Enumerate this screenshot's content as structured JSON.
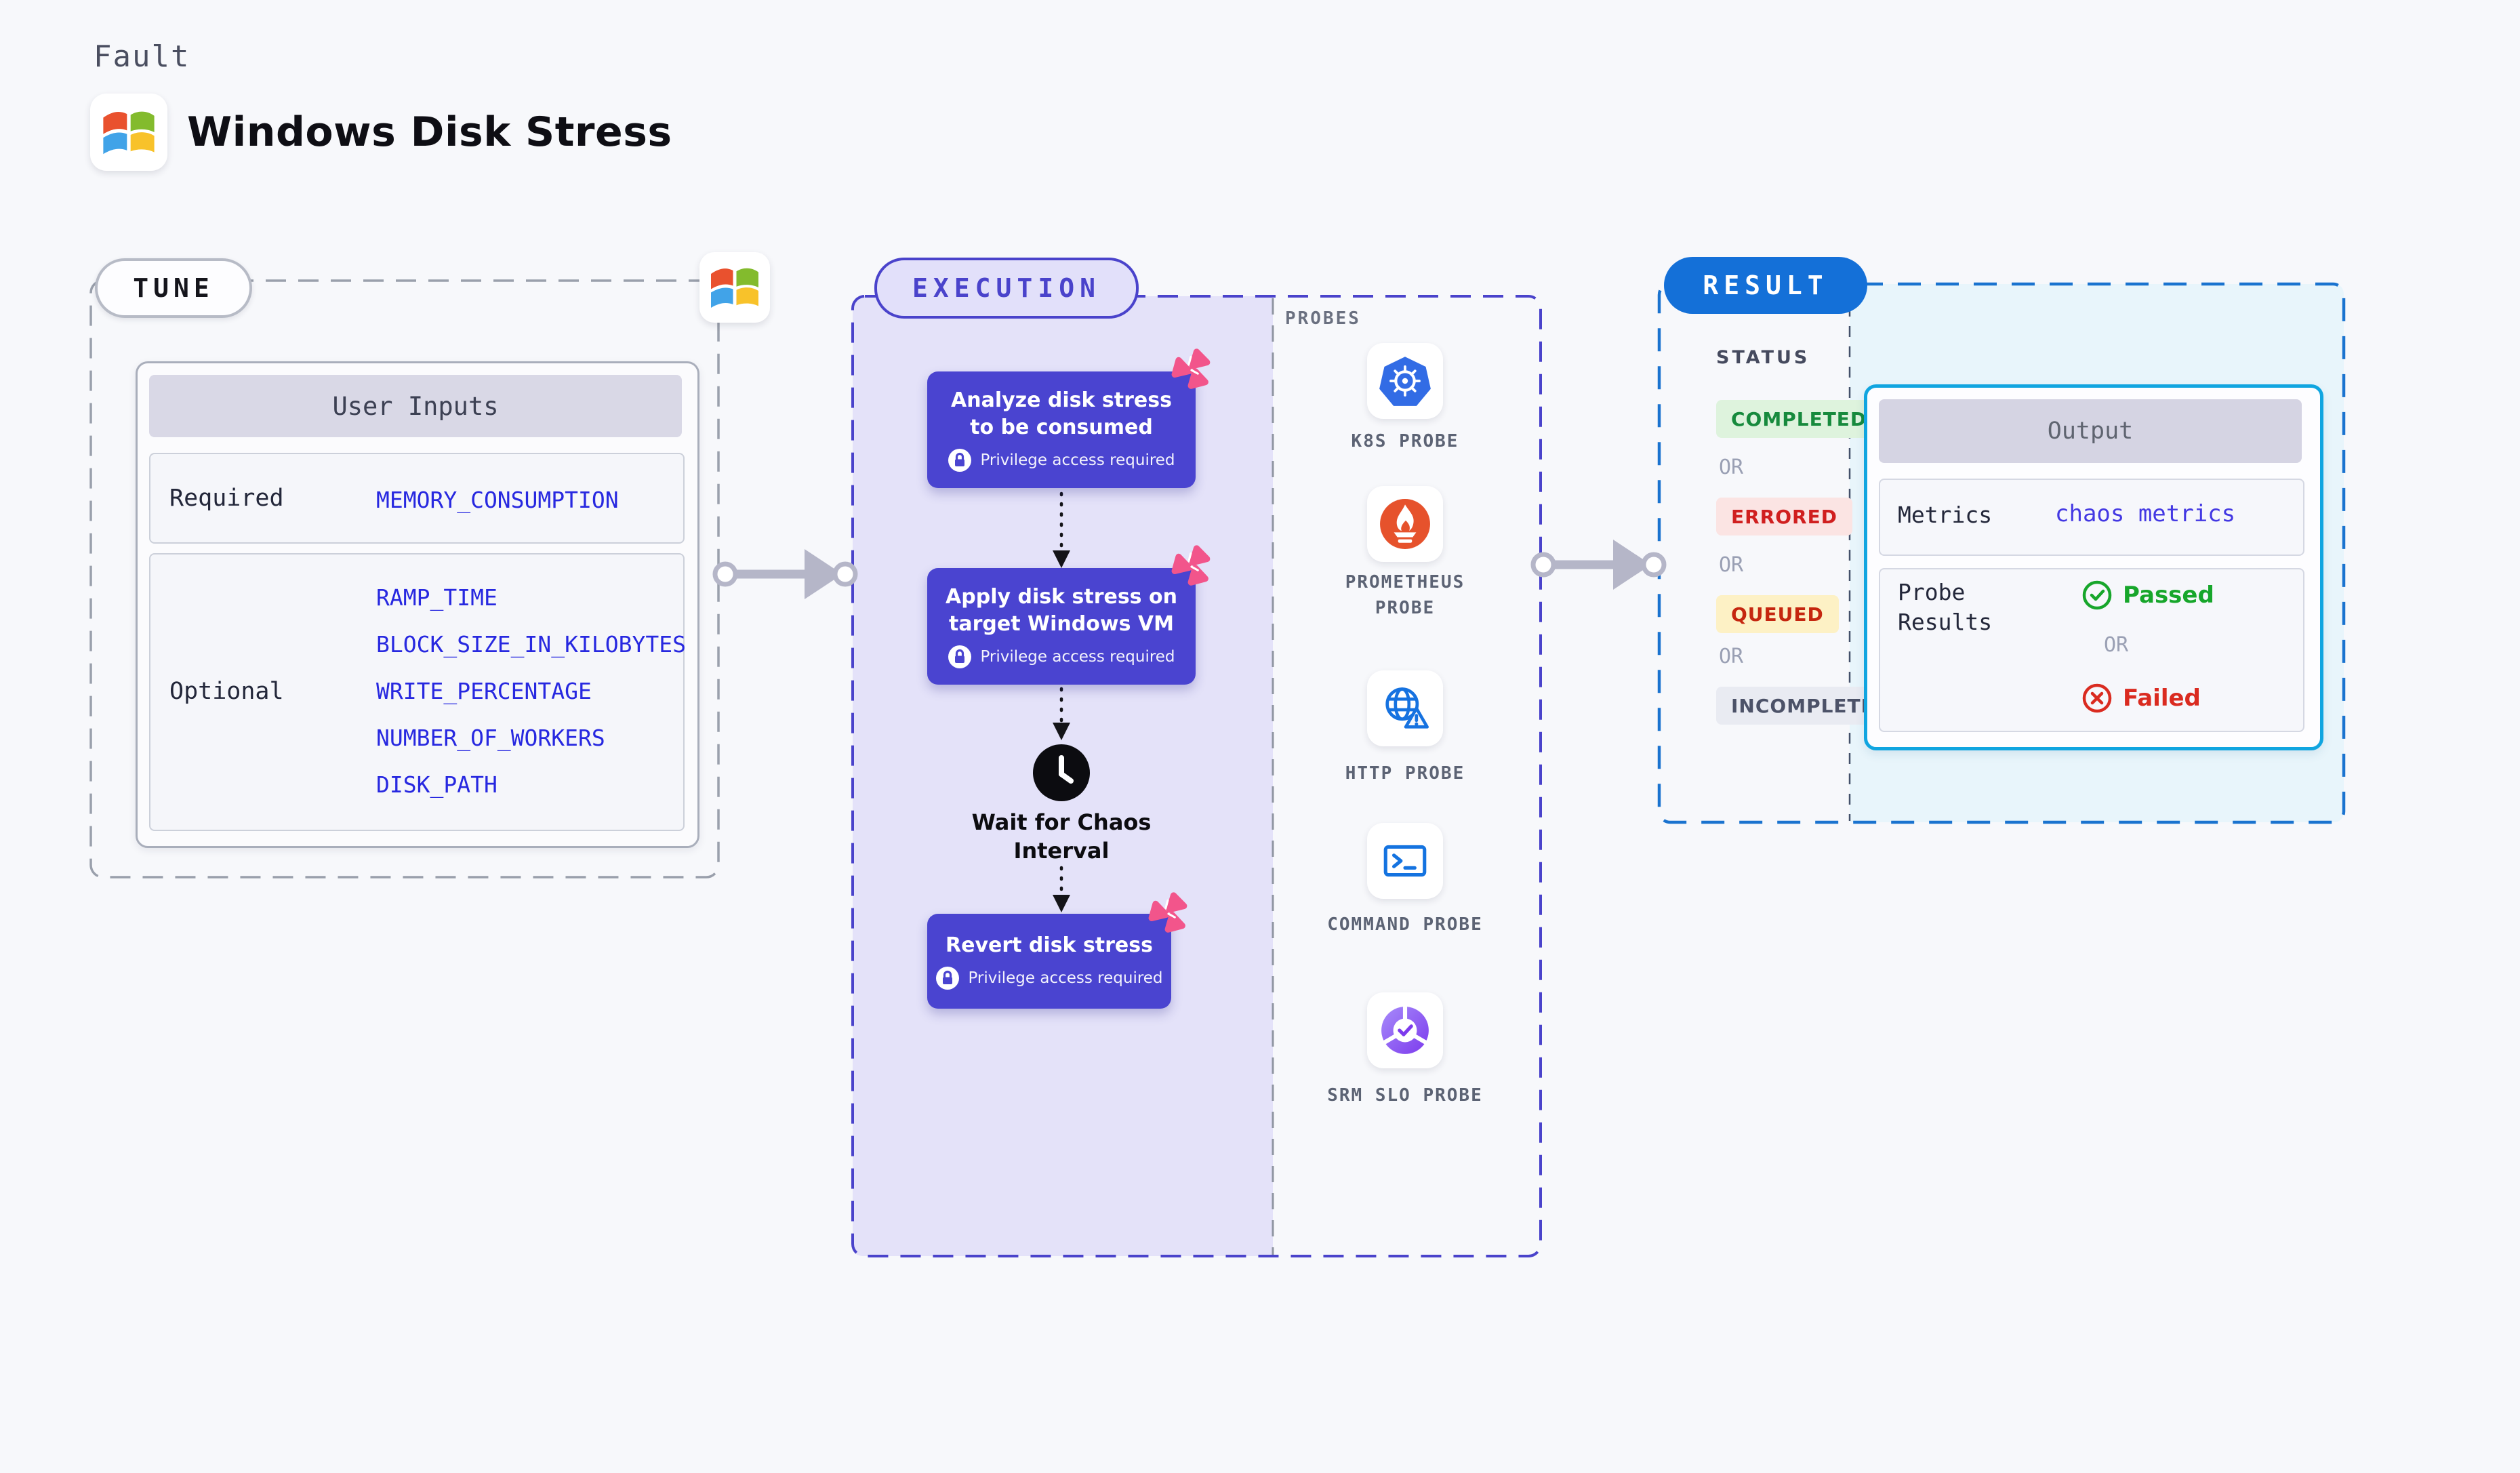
{
  "header": {
    "kicker": "Fault",
    "title": "Windows Disk Stress"
  },
  "tune": {
    "badge": "TUNE",
    "table": {
      "title": "User Inputs",
      "required_label": "Required",
      "required_value": "MEMORY_CONSUMPTION",
      "optional_label": "Optional",
      "optional_values": [
        "RAMP_TIME",
        "BLOCK_SIZE_IN_KILOBYTES",
        "WRITE_PERCENTAGE",
        "NUMBER_OF_WORKERS",
        "DISK_PATH"
      ]
    }
  },
  "execution": {
    "badge": "EXECUTION",
    "steps": [
      {
        "title_line1": "Analyze disk stress",
        "title_line2": "to be consumed",
        "note": "Privilege access required"
      },
      {
        "title_line1": "Apply disk stress on",
        "title_line2": "target Windows VM",
        "note": "Privilege access required"
      },
      {
        "title_line1": "Revert disk stress",
        "title_line2": "",
        "note": "Privilege access required"
      }
    ],
    "wait_label_line1": "Wait for Chaos",
    "wait_label_line2": "Interval",
    "probes": {
      "label": "PROBES",
      "items": [
        {
          "name": "K8S PROBE",
          "icon": "kubernetes-icon"
        },
        {
          "name": "PROMETHEUS PROBE",
          "icon": "prometheus-icon"
        },
        {
          "name": "HTTP PROBE",
          "icon": "http-globe-warning-icon"
        },
        {
          "name": "COMMAND PROBE",
          "icon": "terminal-icon"
        },
        {
          "name": "SRM SLO PROBE",
          "icon": "srm-slo-icon"
        }
      ]
    }
  },
  "result": {
    "badge": "RESULT",
    "status": {
      "label": "STATUS",
      "separator": "OR",
      "options": [
        {
          "text": "COMPLETED",
          "fg": "#178a3d",
          "bg": "#def3dd"
        },
        {
          "text": "ERRORED",
          "fg": "#d01f1f",
          "bg": "#fbe4e3"
        },
        {
          "text": "QUEUED",
          "fg": "#c5260f",
          "bg": "#fdf1c5"
        },
        {
          "text": "INCOMPLETED",
          "fg": "#4c5268",
          "bg": "#e9ebf2"
        }
      ]
    },
    "output": {
      "title": "Output",
      "metrics_label": "Metrics",
      "metrics_value": "chaos metrics",
      "probe_results_label": "Probe Results",
      "passed_label": "Passed",
      "or_label": "OR",
      "failed_label": "Failed"
    }
  },
  "colors": {
    "page-bg": "#f7f8fb",
    "indigo": "#4a43cb",
    "box-indigo": "#4a44d0",
    "lavender": "#e4e2f9",
    "tune-dash": "#9aa0ac",
    "probes-divider": "#9096a2",
    "result-dash": "#1a73cf",
    "result-divider": "#44506a",
    "result-bg": "#e8f5fb",
    "cyan": "#10a5e0",
    "value-blue": "#2728e0",
    "link-indigo": "#4338e3",
    "green": "#17a62b",
    "red": "#da2b20",
    "pink": "#f2558b",
    "gray-arrow": "#b5b6c8",
    "badge-blue": "#1470d8",
    "black-flow": "#141418"
  }
}
